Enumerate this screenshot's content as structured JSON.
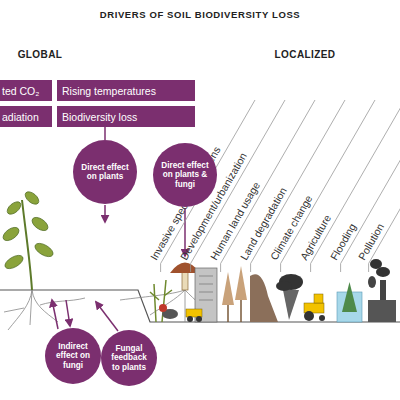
{
  "diagram": {
    "title": "DRIVERS OF SOIL BIODIVERSITY LOSS",
    "nodes": [
      {
        "text": [
          "ted CO₂"
        ]
      },
      {
        "text": [
          "Rising temperatures"
        ]
      },
      {
        "text": [
          "adiation"
        ]
      },
      {
        "text": [
          "Biodiversity loss"
        ]
      },
      {
        "text": [
          "Direct effect on plants"
        ]
      },
      {
        "text": [
          "Direct effect on plants & fungi"
        ]
      },
      {
        "text": [
          "Indirect effect on fungi"
        ]
      },
      {
        "text": [
          "Fungal feedback to plants"
        ]
      }
    ],
    "edges": [
      {
        "from": 3,
        "to": 4,
        "arrow": "none"
      },
      {
        "from": 3,
        "to": 5,
        "arrow": "none"
      }
    ],
    "labels": [
      "GLOBAL",
      "LOCALIZED",
      "Invasive species/pathogens",
      "Development/urbanization",
      "Human land usage",
      "Land degradation",
      "Climate change",
      "Agriculture",
      "Flooding",
      "Pollution"
    ]
  }
}
